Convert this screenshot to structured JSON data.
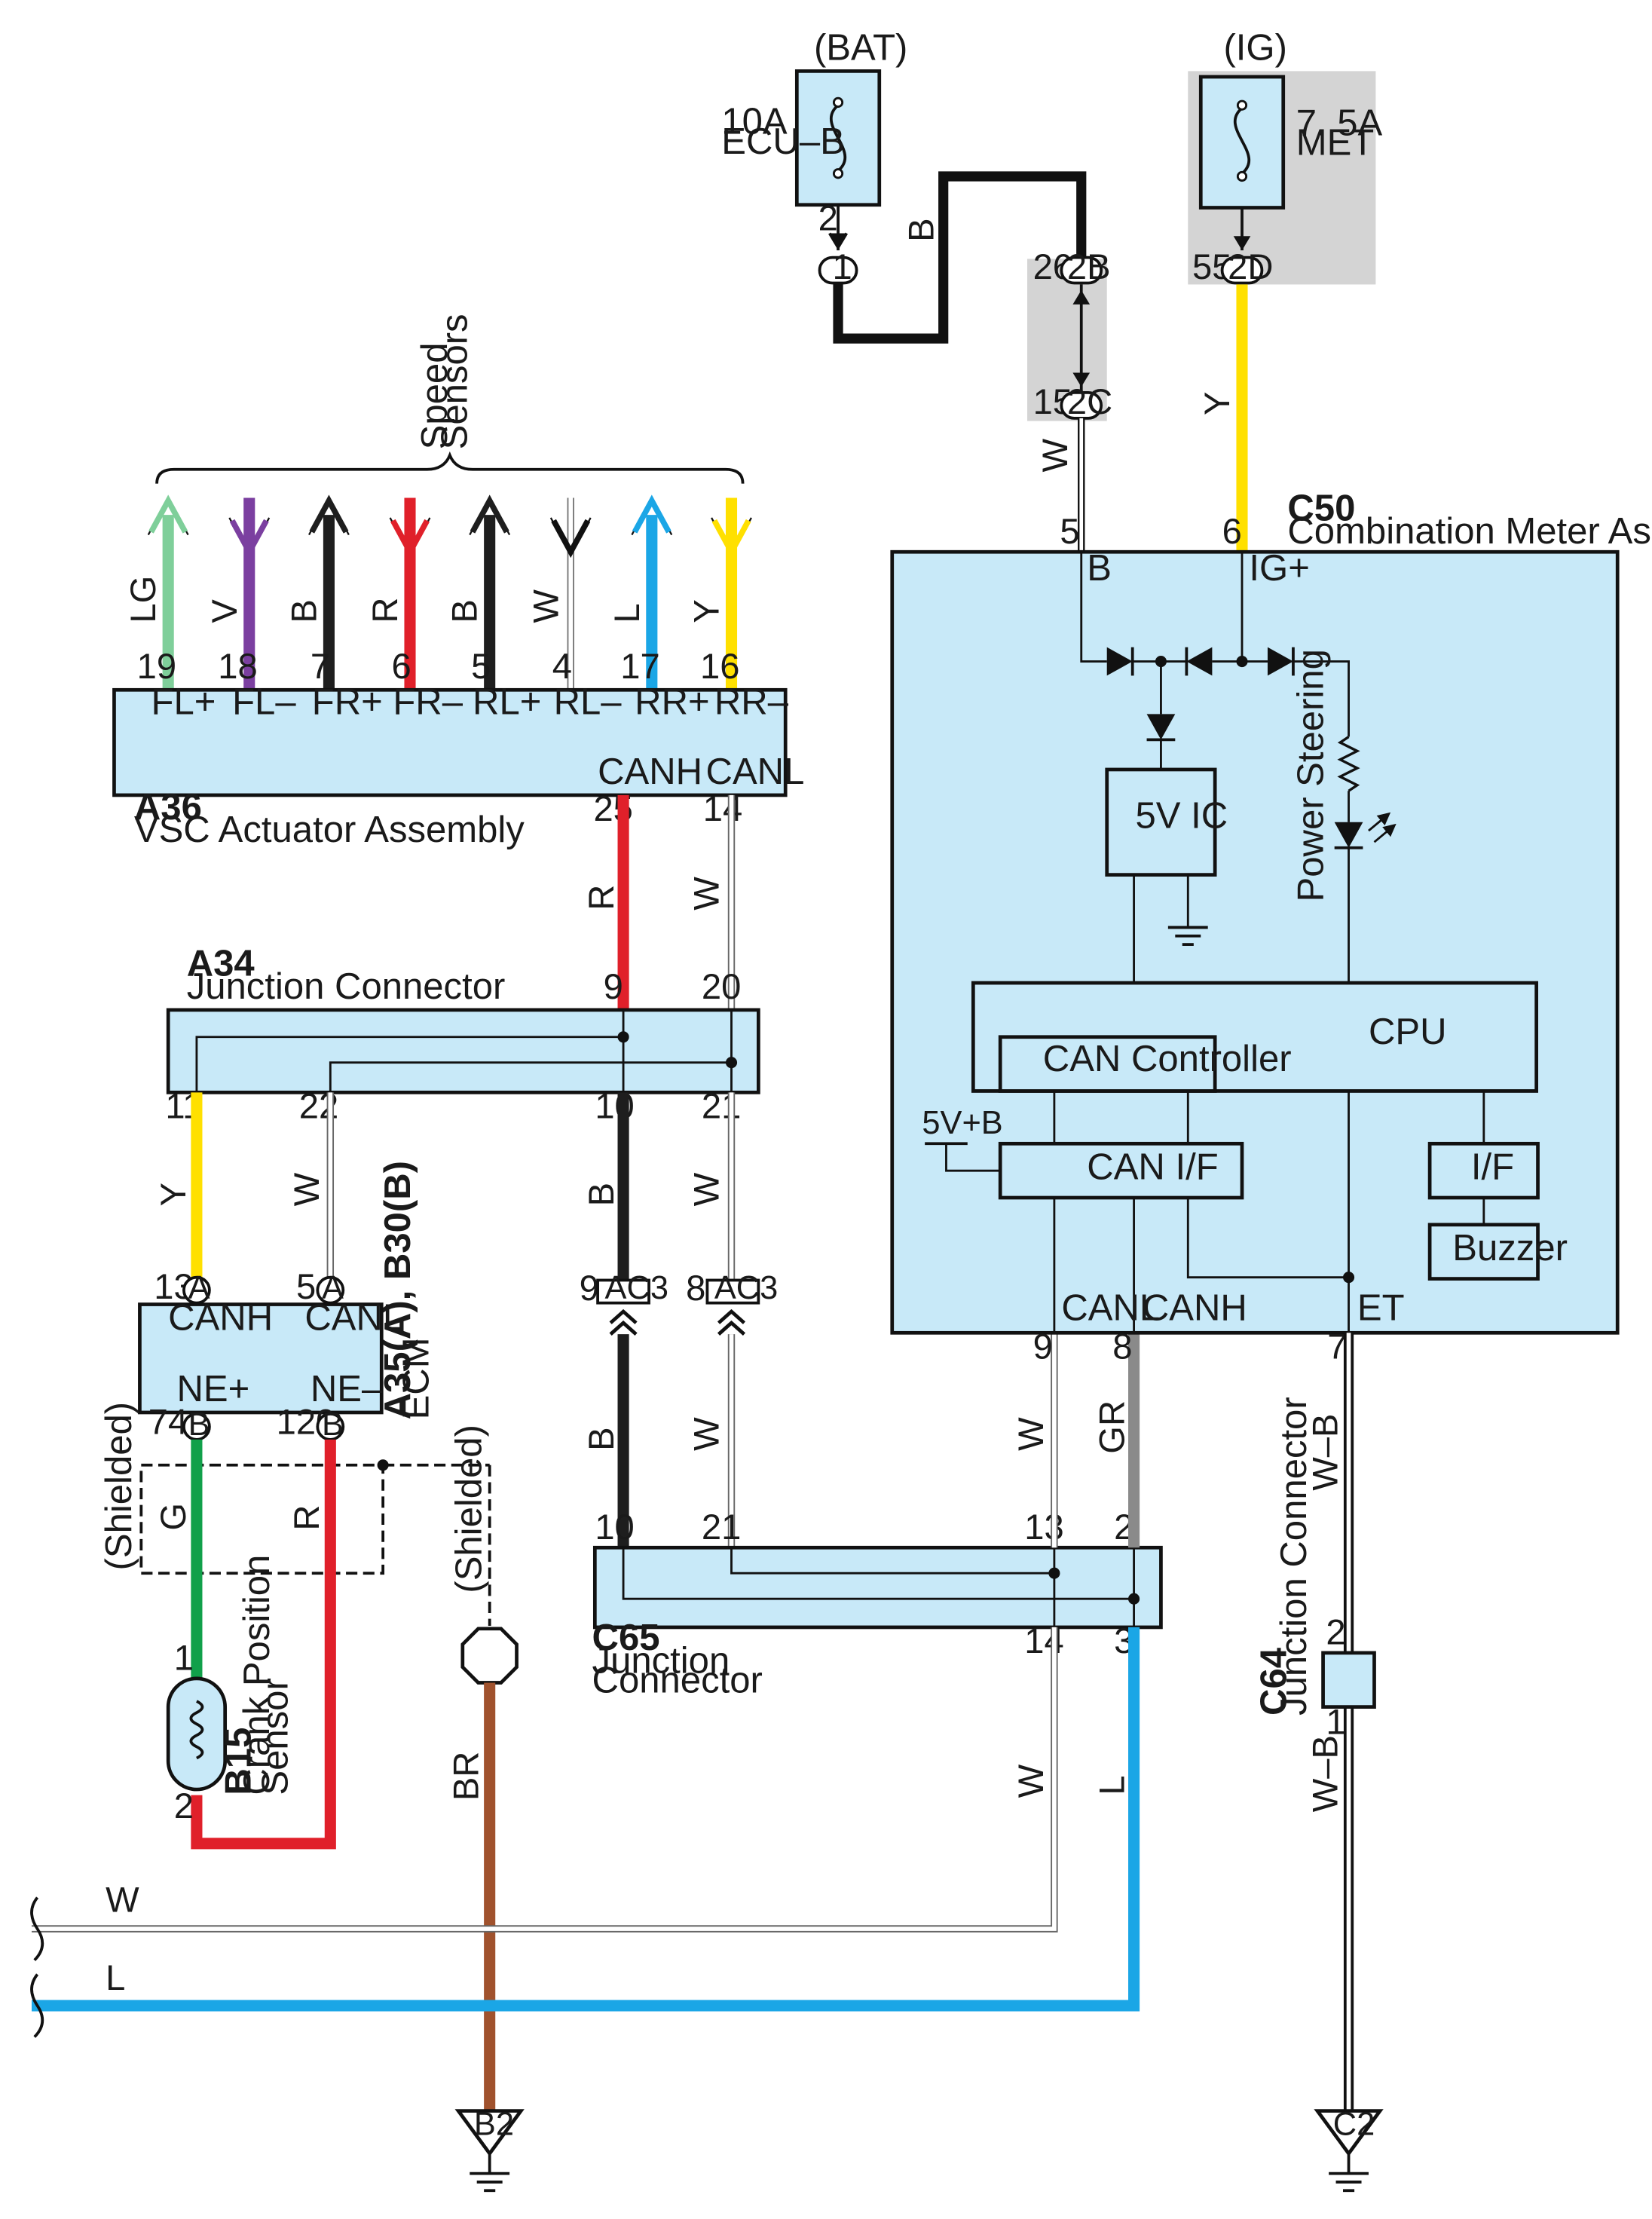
{
  "colors": {
    "LG": "#7fcf9a",
    "V": "#7b3fa0",
    "B": "#1e1e1e",
    "R": "#e0202a",
    "W": "#ffffff",
    "L": "#1ba6e6",
    "Y": "#ffe000",
    "G": "#11a04a",
    "GR": "#8a8a8a",
    "BR": "#a0522d",
    "WB": "#ffffff",
    "comp_fill": "#c8e9f8",
    "gray_bg": "#d4d4d4"
  },
  "power": {
    "bat": {
      "label": "(BAT)",
      "fuse_amp": "10A",
      "fuse_name": "ECU–B",
      "pin": "2",
      "conn": "1"
    },
    "ig": {
      "label": "(IG)",
      "fuse_amp": "7. 5A",
      "fuse_name": "MET",
      "pin": "55",
      "conn": "2D"
    },
    "j2b": {
      "pin": "26",
      "conn": "2B"
    },
    "j2c": {
      "pin": "15",
      "conn": "2C"
    },
    "wire_b": "B",
    "wire_w": "W",
    "wire_y": "Y"
  },
  "speed_sensors": {
    "title_line1": "Speed",
    "title_line2": "Sensors",
    "wires": [
      {
        "color_code": "LG",
        "pin": "19",
        "term": "FL+"
      },
      {
        "color_code": "V",
        "pin": "18",
        "term": "FL–"
      },
      {
        "color_code": "B",
        "pin": "7",
        "term": "FR+"
      },
      {
        "color_code": "R",
        "pin": "6",
        "term": "FR–"
      },
      {
        "color_code": "B",
        "pin": "5",
        "term": "RL+"
      },
      {
        "color_code": "W",
        "pin": "4",
        "term": "RL–"
      },
      {
        "color_code": "L",
        "pin": "17",
        "term": "RR+"
      },
      {
        "color_code": "Y",
        "pin": "16",
        "term": "RR–"
      }
    ]
  },
  "a36": {
    "code": "A36",
    "name": "VSC Actuator Assembly",
    "canh": "CANH",
    "canl": "CANL",
    "pin_h": "25",
    "pin_l": "14",
    "wire_h": "R",
    "wire_l": "W"
  },
  "a34": {
    "code": "A34",
    "name": "Junction Connector",
    "pins_top": [
      "9",
      "20"
    ],
    "pins_bottom": [
      "11",
      "22",
      "10",
      "21"
    ],
    "wire_11": "Y",
    "wire_22": "W",
    "wire_10": "B",
    "wire_21": "W"
  },
  "ecm": {
    "code": "A35(A), B30(B)",
    "name": "ECM",
    "canh": "CANH",
    "canl": "CANL",
    "nep": "NE+",
    "nem": "NE–",
    "pin_canh": "13",
    "pin_canl": "5",
    "pin_nep": "74",
    "pin_nem": "120",
    "conn_a": "A",
    "conn_b": "B",
    "shielded": "(Shielded)",
    "wire_g": "G",
    "wire_r": "R"
  },
  "ac3": {
    "label": "AC3",
    "pin_left": "9",
    "pin_right": "8",
    "wire_b": "B",
    "wire_w": "W"
  },
  "b15": {
    "code": "B15",
    "line1": "Crank Position",
    "line2": "Sensor",
    "pin1": "1",
    "pin2": "2"
  },
  "shield_ground": {
    "label": "(Shielded)",
    "wire": "BR",
    "ground": "B2"
  },
  "c65": {
    "code": "C65",
    "line1": "Junction",
    "line2": "Connector",
    "pins_top": [
      "10",
      "21",
      "13",
      "2"
    ],
    "pins_bottom": [
      "14",
      "3"
    ],
    "wire_w1": "W",
    "wire_gr": "GR",
    "wire_w2": "W",
    "wire_l": "L"
  },
  "bus": {
    "w": "W",
    "l": "L"
  },
  "c50": {
    "code": "C50",
    "name": "Combination Meter Assembly",
    "pin_b": "5",
    "pin_ig": "6",
    "b": "B",
    "igp": "IG+",
    "ic": "5V IC",
    "cpu": "CPU",
    "can_ctrl": "CAN Controller",
    "can_if": "CAN I/F",
    "v5b": "5V+B",
    "if": "I/F",
    "buzzer": "Buzzer",
    "ps": "Power Steering",
    "canl": "CANL",
    "canh": "CANH",
    "et": "ET",
    "pin_canl": "9",
    "pin_canh": "8",
    "pin_et": "7"
  },
  "c64": {
    "code": "C64",
    "name": "Junction Connector",
    "pin2": "2",
    "pin1": "1",
    "wire": "W–B",
    "ground": "C2"
  }
}
